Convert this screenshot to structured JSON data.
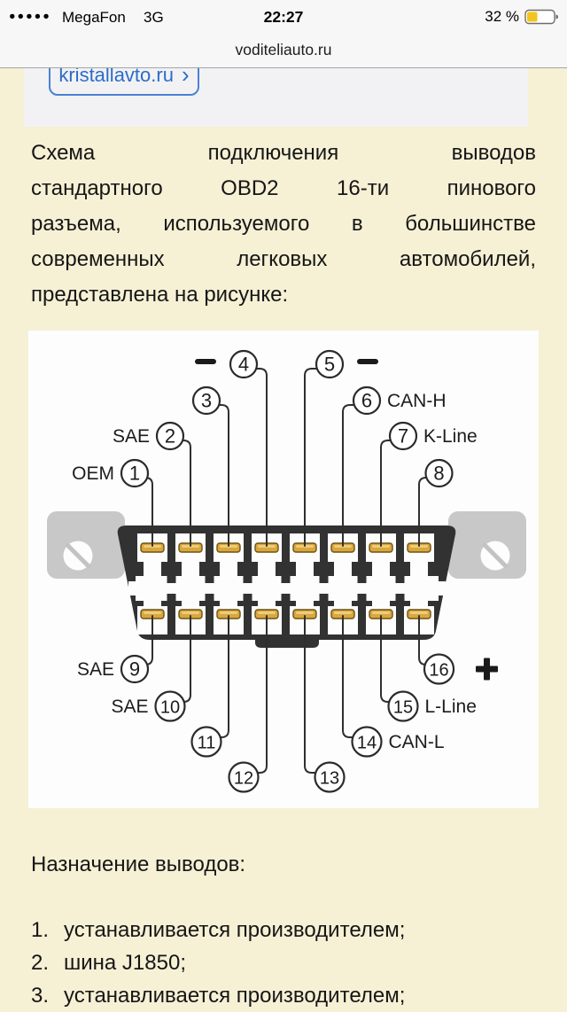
{
  "status_bar": {
    "signal_dots": "●●●●●",
    "carrier": "MegaFon",
    "network": "3G",
    "time": "22:27",
    "battery_text": "32 %"
  },
  "url_bar": {
    "domain": "voditeliauto.ru"
  },
  "promo": {
    "link_text": "kristallavto.ru",
    "chevron": "›"
  },
  "intro": {
    "full_text": "Схема подключения выводов стандартного OBD2 16-ти пинового разъема, используемого в большинстве современных легковых автомобилей, представлена на рисунке:",
    "lines": [
      "Схема подключения выводов",
      "стандартного OBD2 16-ти пинового",
      "разъема, используемого в большинстве",
      "современных легковых автомобилей,",
      "представлена на рисунке:"
    ]
  },
  "diagram": {
    "pins": [
      {
        "num": 1,
        "label": "OEM",
        "label_side": "left"
      },
      {
        "num": 2,
        "label": "SAE",
        "label_side": "left"
      },
      {
        "num": 3
      },
      {
        "num": 4,
        "polarity": "minus",
        "polarity_side": "left"
      },
      {
        "num": 5,
        "polarity": "minus",
        "polarity_side": "right"
      },
      {
        "num": 6,
        "label": "CAN-H",
        "label_side": "right"
      },
      {
        "num": 7,
        "label": "K-Line",
        "label_side": "right"
      },
      {
        "num": 8
      },
      {
        "num": 9,
        "label": "SAE",
        "label_side": "left"
      },
      {
        "num": 10,
        "label": "SAE",
        "label_side": "left"
      },
      {
        "num": 11
      },
      {
        "num": 12
      },
      {
        "num": 13
      },
      {
        "num": 14,
        "label": "CAN-L",
        "label_side": "right"
      },
      {
        "num": 15,
        "label": "L-Line",
        "label_side": "right"
      },
      {
        "num": 16,
        "polarity": "plus",
        "polarity_side": "right"
      }
    ]
  },
  "section_heading": "Назначение выводов:",
  "pin_list": [
    {
      "num": "1.",
      "text": "устанавливается производителем;"
    },
    {
      "num": "2.",
      "text": "шина J1850;"
    },
    {
      "num": "3.",
      "text": "устанавливается производителем;"
    }
  ],
  "colors": {
    "page_bg": "#f6f0d5",
    "accent_blue": "#2a6dc9",
    "battery_yellow": "#f2c41d",
    "connector_dark": "#323232",
    "ear_gray": "#c8c8c8",
    "gold_pin": "#d9a73c"
  }
}
